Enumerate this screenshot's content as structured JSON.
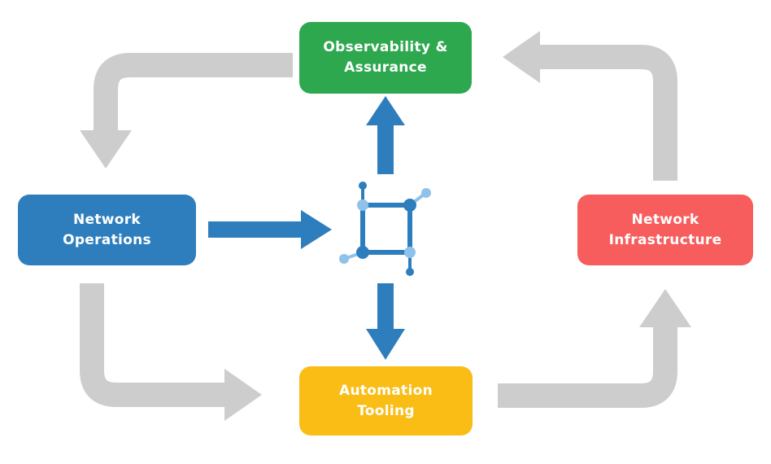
{
  "page": {
    "background": "#ffffff"
  },
  "diagram": {
    "nodes": {
      "observability": {
        "line1": "Observability &",
        "line2": "Assurance",
        "color": "#2EA84E"
      },
      "operations": {
        "line1": "Network",
        "line2": "Operations",
        "color": "#2E7EBD"
      },
      "infrastructure": {
        "line1": "Network",
        "line2": "Infrastructure",
        "color": "#F75D5D"
      },
      "automation": {
        "line1": "Automation",
        "line2": "Tooling",
        "color": "#F9BD16"
      }
    },
    "colors": {
      "flow_arrow": "#CDCDCD",
      "data_arrow": "#2E7EBD",
      "icon_primary": "#2E7EBD",
      "icon_light": "#8FC2EA",
      "node_text": "#FFFFFF"
    },
    "center_icon": "network-topology-icon",
    "flows": {
      "observability_to_operations": "Observability & Assurance -> Network Operations",
      "operations_to_automation": "Network Operations -> Automation Tooling",
      "automation_to_infrastructure": "Automation Tooling -> Network Infrastructure",
      "infrastructure_to_observability": "Network Infrastructure -> Observability & Assurance",
      "operations_to_center": "Network Operations -> center",
      "center_to_observability": "center -> Observability & Assurance",
      "center_to_automation": "center -> Automation Tooling"
    }
  }
}
